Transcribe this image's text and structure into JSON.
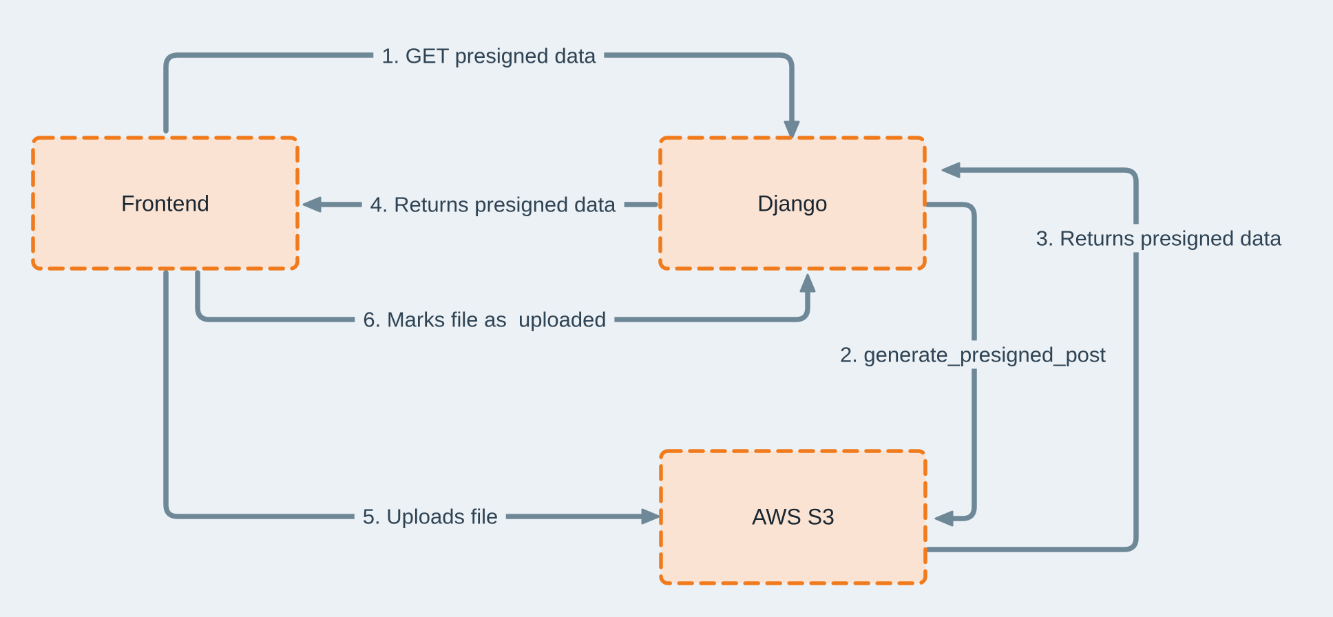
{
  "diagram": {
    "type": "flow-diagram",
    "description": "Presigned upload flow between Frontend, Django and AWS S3",
    "colors": {
      "bg": "#ecf1f5",
      "node_fill": "#fbe3d3",
      "node_border": "#f07b1d",
      "line": "#6f8897",
      "edge_text": "#2e4354",
      "node_text": "#182631"
    },
    "nodes": [
      {
        "id": "frontend",
        "label": "Frontend"
      },
      {
        "id": "django",
        "label": "Django"
      },
      {
        "id": "aws-s3",
        "label": "AWS S3"
      }
    ],
    "edges": [
      {
        "id": "1",
        "from": "frontend",
        "to": "django",
        "label": "1. GET presigned data"
      },
      {
        "id": "2",
        "from": "django",
        "to": "aws-s3",
        "label": "2. generate_presigned_post"
      },
      {
        "id": "3",
        "from": "aws-s3",
        "to": "django",
        "label": "3. Returns presigned data"
      },
      {
        "id": "4",
        "from": "django",
        "to": "frontend",
        "label": "4. Returns presigned data"
      },
      {
        "id": "5",
        "from": "frontend",
        "to": "aws-s3",
        "label": "5. Uploads file"
      },
      {
        "id": "6",
        "from": "frontend",
        "to": "django",
        "label": "6. Marks file as  uploaded"
      }
    ]
  }
}
